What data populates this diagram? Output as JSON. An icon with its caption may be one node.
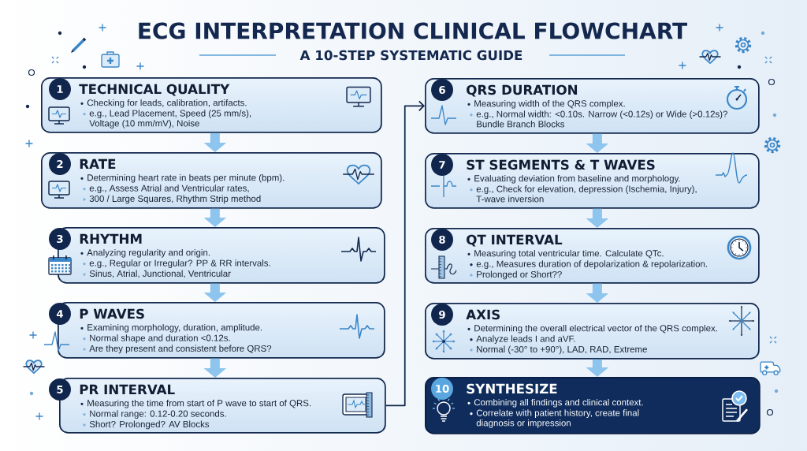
{
  "diagram": {
    "title": "ECG INTERPRETATION CLINICAL FLOWCHART",
    "nodes": [
      {
        "text": [
          "1",
          "TECHNICAL QUALITY",
          "Checking for leads, calibration, artifacts.",
          "e.g., Lead Placement, Speed (25 mm/s), Voltage (10 mm/mV), Noise"
        ]
      },
      {
        "text": [
          "2",
          "RATE",
          "Determining heart rate in beats per minute (bpm).",
          "e.g., Assess Atrial and Ventricular rates,",
          "300 / Large Squares, Rhythm Strip method"
        ]
      },
      {
        "text": [
          "3",
          "RHYTHM",
          "Analyzing regularity and origin.",
          "e.g., Regular or Irregular? PP & RR intervals.",
          "Sinus, Atrial, Junctional, Ventricular"
        ]
      },
      {
        "text": [
          "4",
          "P WAVES",
          "Examining morphology, duration, amplitude.",
          "Normal shape and duration <0.12s.",
          "Are they present and consistent before QRS?"
        ]
      },
      {
        "text": [
          "5",
          "PR INTERVAL",
          "Measuring the time from start of P wave to start of QRS.",
          "Normal range: 0.12-0.20 seconds.",
          "Short? Prolonged? AV Blocks"
        ]
      },
      {
        "text": [
          "6",
          "QRS DURATION",
          "Measuring width of the QRS complex.",
          "e.g., Normal width: <0.10s. Narrow (<0.12s) or Wide (>0.12s)? Bundle Branch Blocks"
        ]
      },
      {
        "text": [
          "7",
          "ST SEGMENTS & T WAVES",
          "Evaluating deviation from baseline and morphology.",
          "e.g., Check for elevation, depression (Ischemia, Injury), T-wave inversion"
        ]
      },
      {
        "text": [
          "8",
          "QT INTERVAL",
          "Measuring total ventricular time. Calculate QTc.",
          "e.g., Measures duration of depolarization & repolarization.",
          "Prolonged or Short??"
        ]
      },
      {
        "text": [
          "9",
          "AXIS",
          "Determining the overall electrical vector of the QRS complex.",
          "Analyze leads I and aVF.",
          "Normal (-30° to +90°), LAD, RAD, Extreme"
        ]
      },
      {
        "text": [
          "10",
          "SYNTHESIZE",
          "Combining all findings and clinical context.",
          "Correlate with patient history, create final diagnosis or impression"
        ]
      }
    ],
    "edges": [
      {
        "from": 0,
        "to": 1,
        "arrow": "to"
      },
      {
        "from": 1,
        "to": 2,
        "arrow": "to"
      },
      {
        "from": 2,
        "to": 3,
        "arrow": "to"
      },
      {
        "from": 3,
        "to": 4,
        "arrow": "to"
      },
      {
        "from": 4,
        "to": 5,
        "arrow": "to",
        "color": "#10264d"
      },
      {
        "from": 5,
        "to": 6,
        "arrow": "to"
      },
      {
        "from": 6,
        "to": 7,
        "arrow": "to"
      },
      {
        "from": 7,
        "to": 8,
        "arrow": "to"
      },
      {
        "from": 8,
        "to": 9,
        "arrow": "to"
      }
    ],
    "labels": [
      "A 10-STEP SYSTEMATIC GUIDE"
    ]
  }
}
